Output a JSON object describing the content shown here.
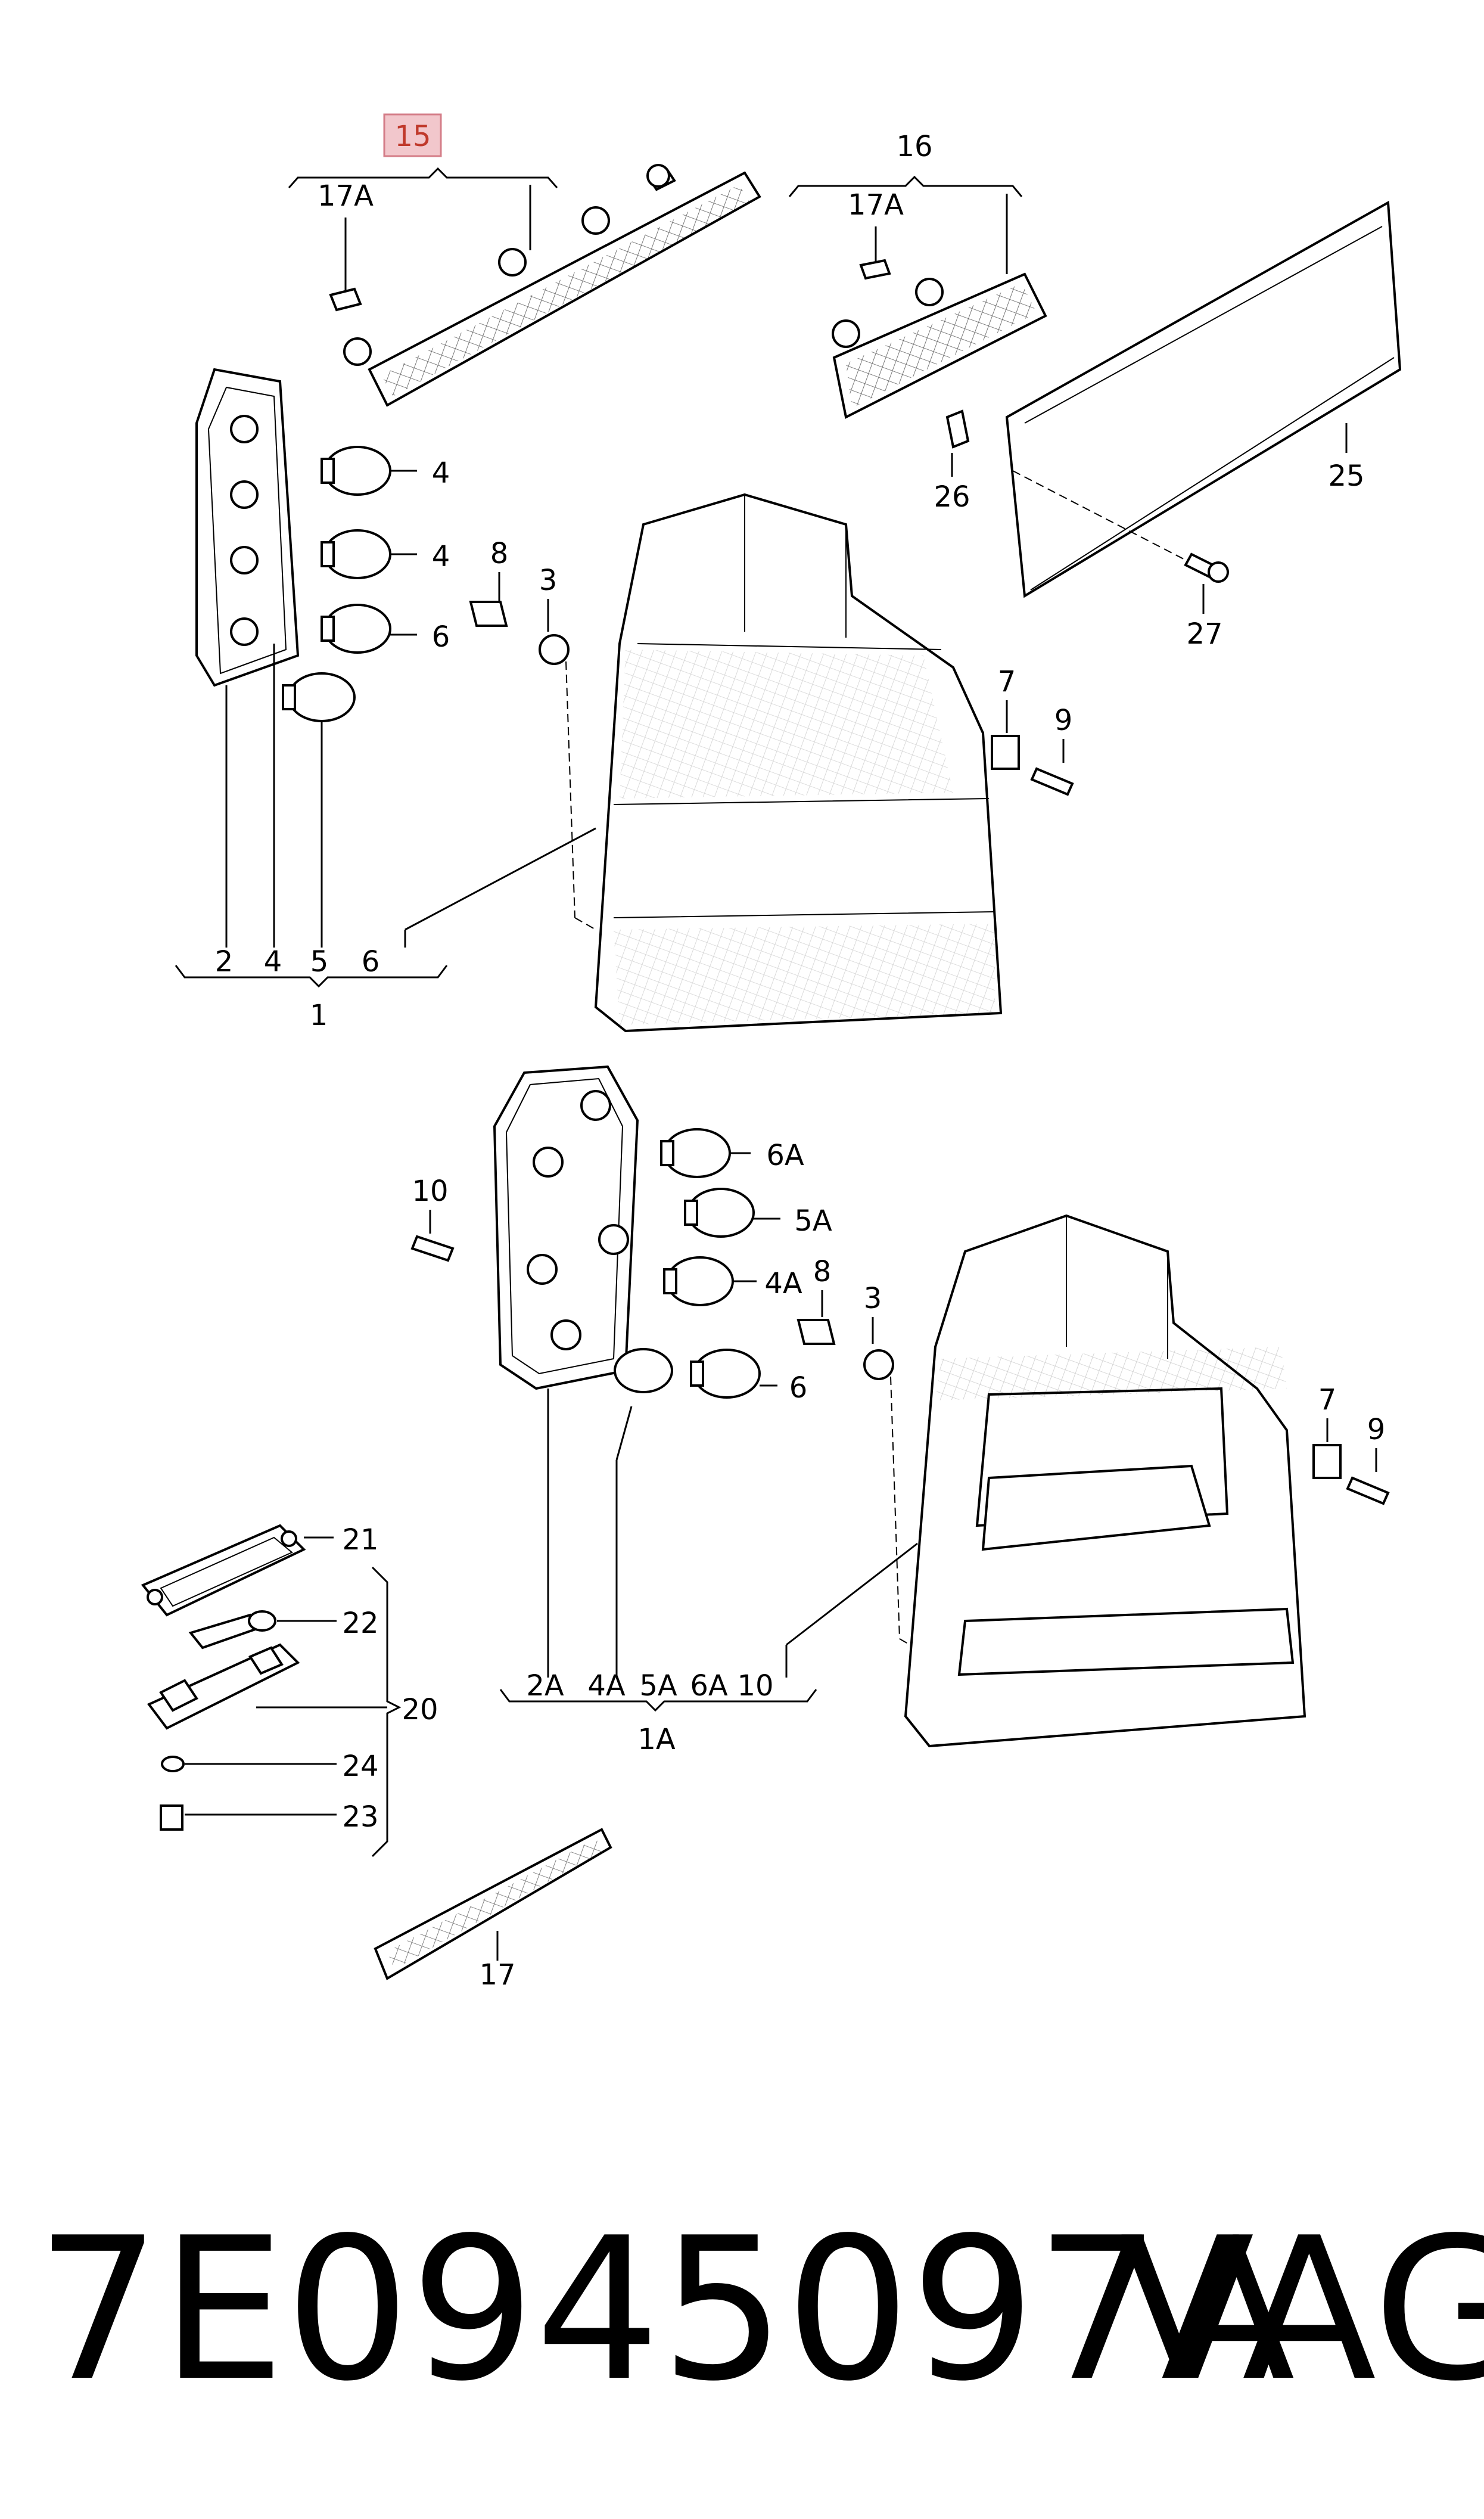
{
  "diagram": {
    "highlight_color": "#f2c7cc",
    "labels": {
      "15": "15",
      "17A_top_left": "17A",
      "16": "16",
      "17A_top_right": "17A",
      "4a": "4",
      "4b": "4",
      "6_top": "6",
      "8_top": "8",
      "3_top": "3",
      "26": "26",
      "25": "25",
      "27": "27",
      "7_top": "7",
      "9_top": "9",
      "2": "2",
      "4_bracket": "4",
      "5": "5",
      "6_bracket": "6",
      "1": "1",
      "6A": "6A",
      "5A": "5A",
      "4A": "4A",
      "6_bottom": "6",
      "10_left": "10",
      "8_mid": "8",
      "3_mid": "3",
      "7_mid": "7",
      "9_mid": "9",
      "21": "21",
      "22": "22",
      "20": "20",
      "24": "24",
      "23": "23",
      "2A": "2A",
      "4A_bracket": "4A",
      "5A_bracket": "5A",
      "6A_bracket": "6A",
      "10_bracket": "10",
      "1A": "1A",
      "17": "17"
    }
  },
  "footer": {
    "part_number": "7E0945097A",
    "brand": "VAG"
  }
}
